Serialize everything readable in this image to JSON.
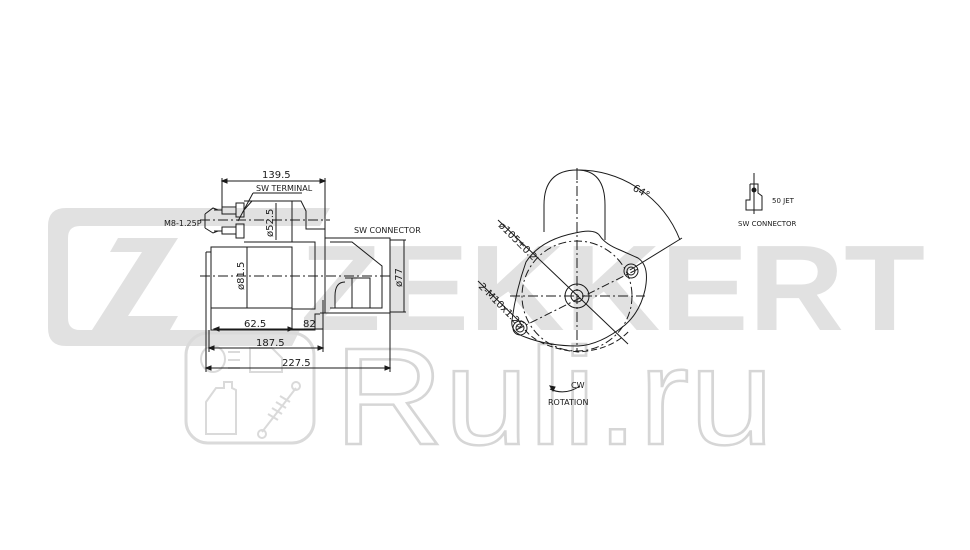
{
  "watermark": {
    "brand": "ZEKKERT",
    "brand_color": "#e1e1e1",
    "site": "Ruli.ru",
    "site_color": "#d6d6d6"
  },
  "side_view": {
    "labels": {
      "thread": "M8-1.25P",
      "sw_terminal": "SW TERMINAL",
      "sw_connector": "SW CONNECTOR"
    },
    "dimensions": {
      "overall_top": "139.5",
      "solenoid_dia": "ø52.5",
      "motor_dia": "ø81.5",
      "flange_dia": "ø77",
      "len_62_5": "62.5",
      "len_82": "82",
      "len_187_5": "187.5",
      "len_227_5": "227.5"
    }
  },
  "front_view": {
    "labels": {
      "pcd": "ø105±0.2",
      "bolts": "2-M10x1.25",
      "angle": "64°",
      "direction": "CW",
      "rotation": "ROTATION"
    }
  },
  "connector_detail": {
    "labels": {
      "jet": "50 JET",
      "title": "SW CONNECTOR"
    }
  },
  "colors": {
    "line": "#1a1a1a",
    "background": "#ffffff"
  }
}
